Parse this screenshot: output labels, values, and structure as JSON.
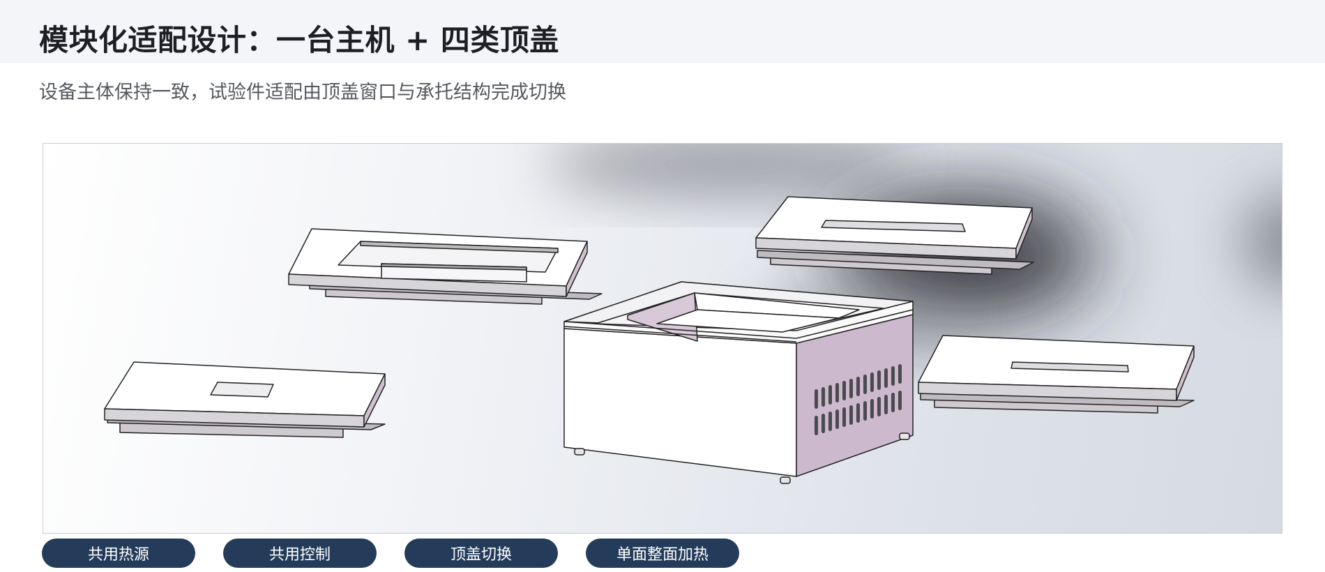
{
  "header": {
    "title": "模块化适配设计：一台主机 + 四类顶盖",
    "subtitle": "设备主体保持一致，试验件适配由顶盖窗口与承托结构完成切换"
  },
  "tags": [
    {
      "label": "共用热源"
    },
    {
      "label": "共用控制"
    },
    {
      "label": "顶盖切换"
    },
    {
      "label": "单面整面加热"
    }
  ],
  "colors": {
    "tag_background": "#243c5a",
    "tag_text": "#ffffff",
    "title_band": "#f4f5f9",
    "cabinet_side": "#ccb9cd"
  }
}
